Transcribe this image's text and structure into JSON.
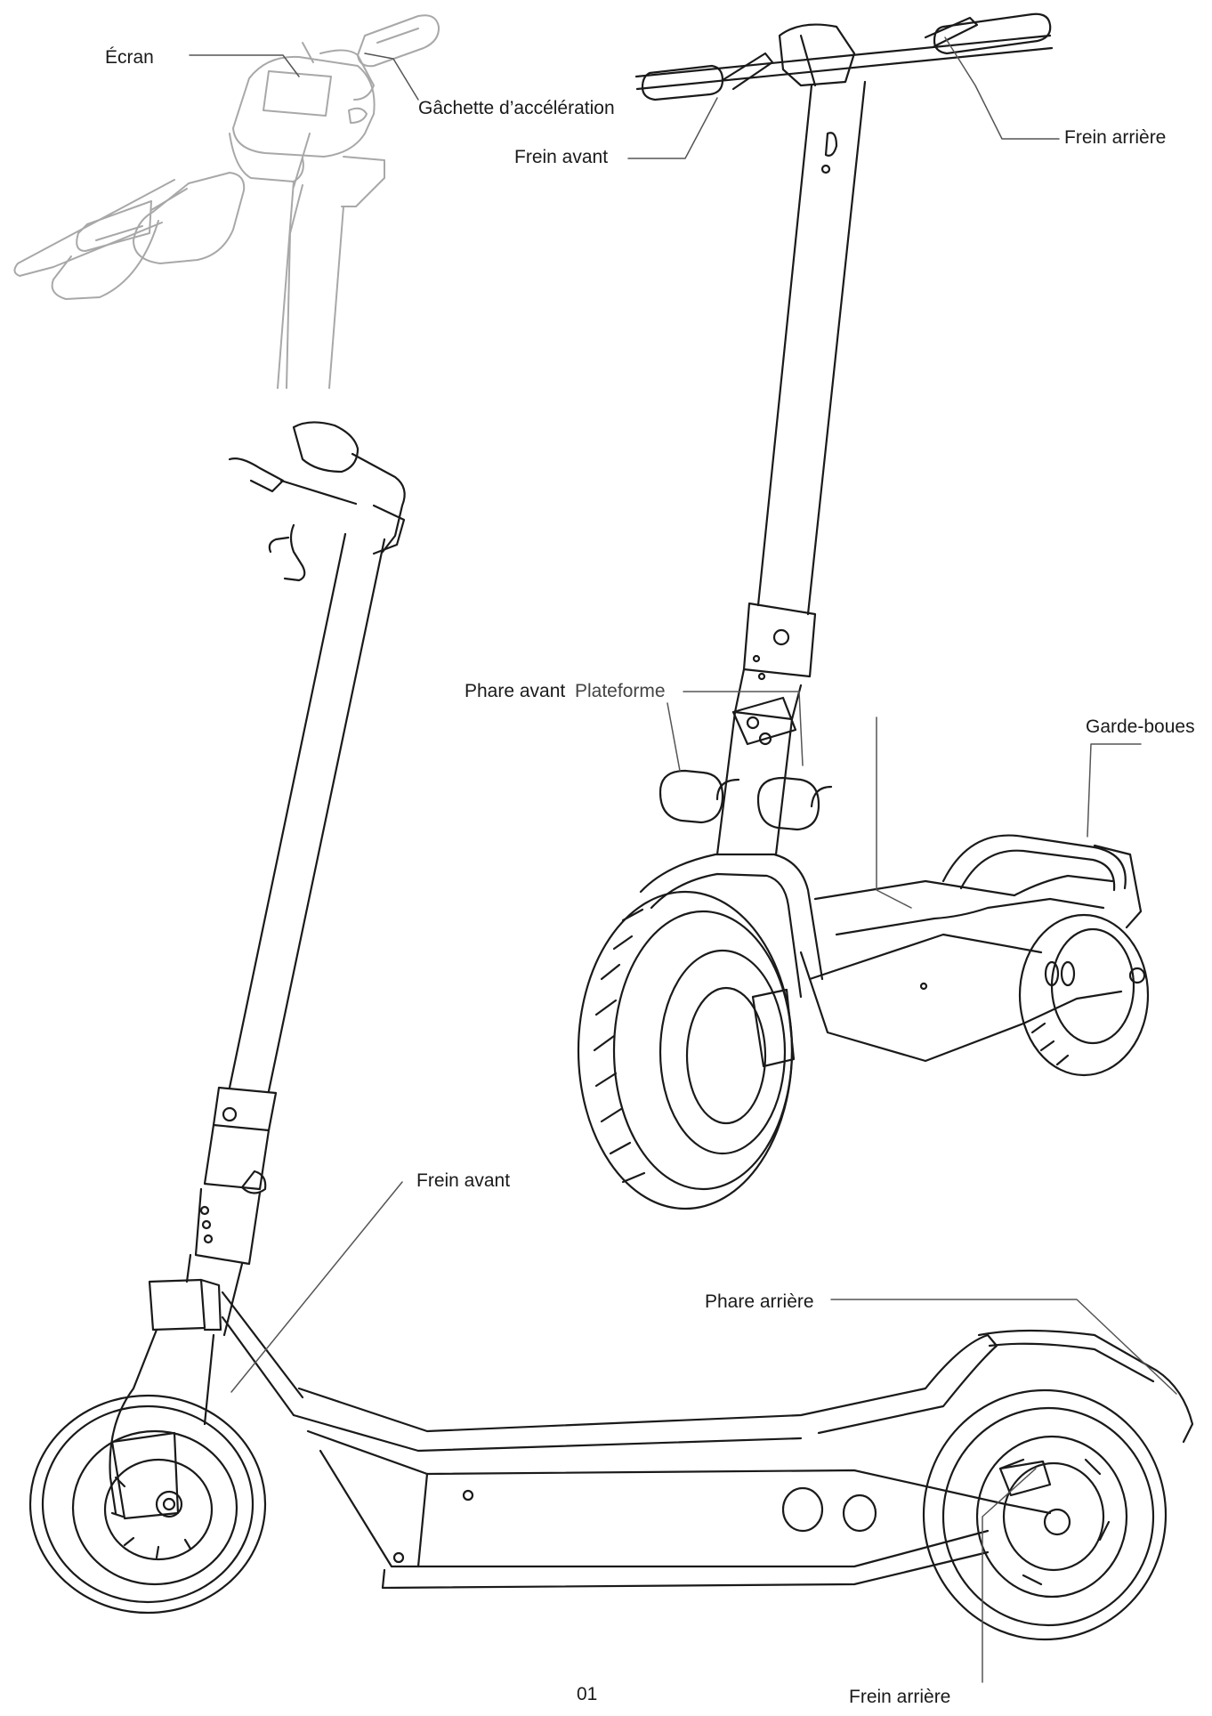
{
  "labels": {
    "ecran": "Écran",
    "gachette": "Gâchette d’accélération",
    "frein_avant_top": "Frein avant",
    "frein_arriere_top": "Frein arrière",
    "phare_avant": "Phare avant",
    "plateforme": "Plateforme",
    "garde_boues": "Garde-boues",
    "frein_avant_bottom": "Frein avant",
    "phare_arriere": "Phare arrière",
    "frein_arriere_bottom": "Frein arrière"
  },
  "page_number": "01",
  "colors": {
    "line": "#1a1a1a",
    "faint_line": "#9a9a9a",
    "leader": "#555555",
    "background": "#ffffff"
  }
}
